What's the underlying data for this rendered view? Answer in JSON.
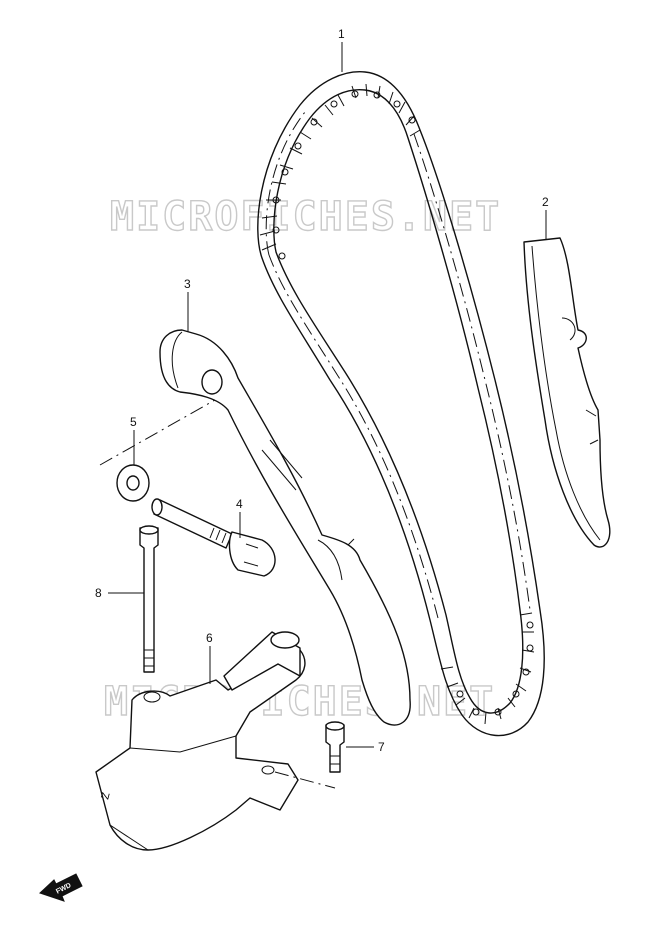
{
  "watermarks": [
    "MICROFICHES.NET",
    "MICROFICHES.NET"
  ],
  "callouts": [
    "1",
    "2",
    "3",
    "4",
    "5",
    "6",
    "7",
    "8"
  ],
  "fwd_label": "FWD",
  "housing_mark": "Z"
}
